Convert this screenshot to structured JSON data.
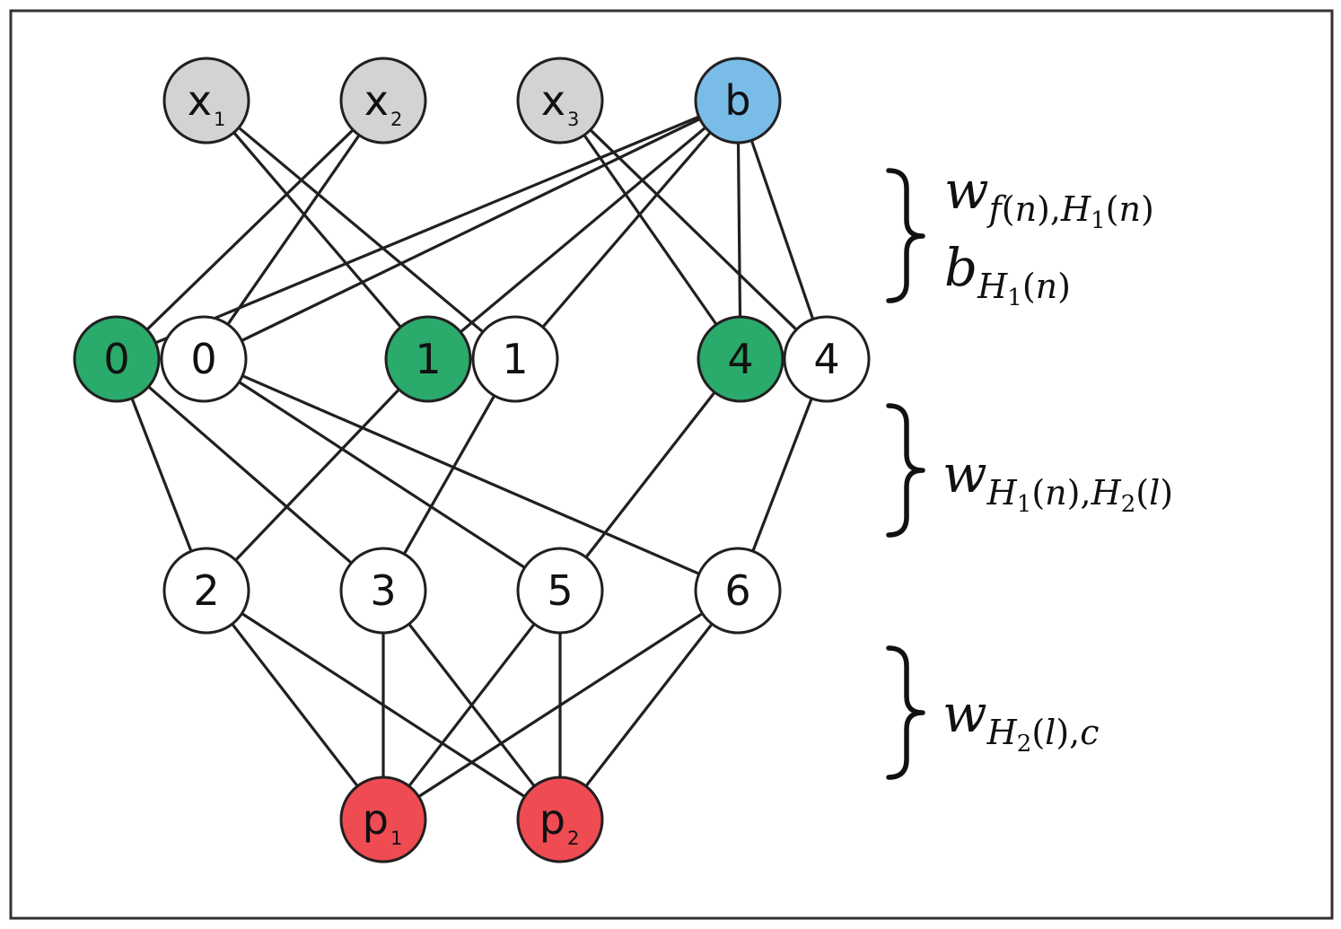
{
  "colors": {
    "input": "#d1d3d4",
    "bias": "#79bce8",
    "active_hidden": "#2aaa6b",
    "inactive": "#ffffff",
    "output": "#ef4b52",
    "stroke": "#231f20"
  },
  "nodes": {
    "x1": {
      "main": "x",
      "sub": "1"
    },
    "x2": {
      "main": "x",
      "sub": "2"
    },
    "x3": {
      "main": "x",
      "sub": "3"
    },
    "b": {
      "main": "b"
    },
    "h0a": {
      "main": "0"
    },
    "h0b": {
      "main": "0"
    },
    "h1a": {
      "main": "1"
    },
    "h1b": {
      "main": "1"
    },
    "h4a": {
      "main": "4"
    },
    "h4b": {
      "main": "4"
    },
    "n2": {
      "main": "2"
    },
    "n3": {
      "main": "3"
    },
    "n5": {
      "main": "5"
    },
    "n6": {
      "main": "6"
    },
    "p1": {
      "main": "p",
      "sub": "1"
    },
    "p2": {
      "main": "p",
      "sub": "2"
    }
  },
  "annotations": {
    "first": {
      "w": "w",
      "f": "f",
      "n": "n",
      "H": "H",
      "one": "1",
      "lp": "(",
      "rp": ")",
      "comma": ",",
      "b": "b"
    },
    "second": {
      "w": "w",
      "H": "H",
      "one": "1",
      "two": "2",
      "n": "n",
      "l": "l",
      "lp": "(",
      "rp": ")",
      "comma": ","
    },
    "third": {
      "w": "w",
      "H": "H",
      "two": "2",
      "l": "l",
      "c": "c",
      "lp": "(",
      "rp": ")",
      "comma": ","
    }
  }
}
